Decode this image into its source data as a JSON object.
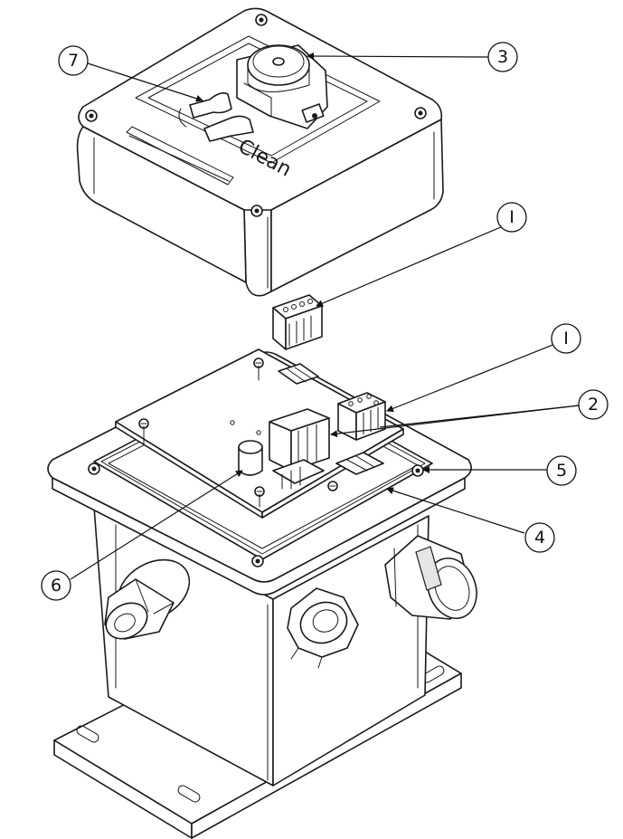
{
  "logo_text": "Clean",
  "callouts": [
    {
      "id": "7",
      "label": "7"
    },
    {
      "id": "3",
      "label": "3"
    },
    {
      "id": "1a",
      "label": "I"
    },
    {
      "id": "1b",
      "label": "I"
    },
    {
      "id": "2",
      "label": "2"
    },
    {
      "id": "5",
      "label": "5"
    },
    {
      "id": "4",
      "label": "4"
    },
    {
      "id": "6",
      "label": "6"
    }
  ]
}
